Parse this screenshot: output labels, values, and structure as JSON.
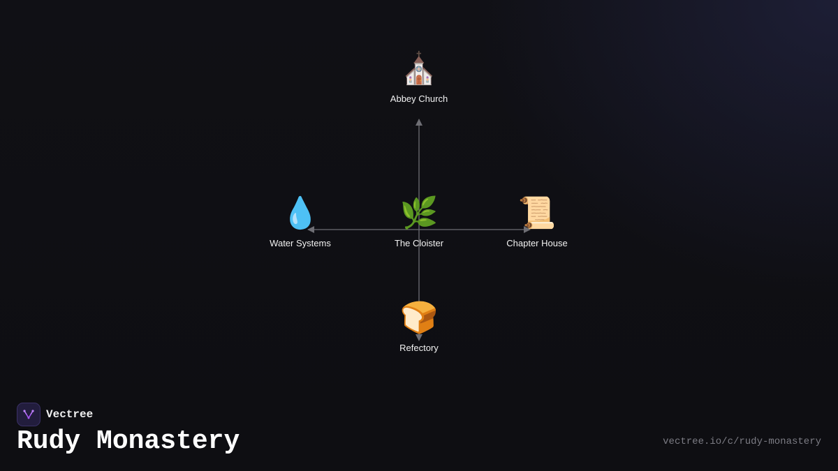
{
  "diagram": {
    "nodes": [
      {
        "id": "abbey-church",
        "label": "Abbey Church",
        "icon": "church-icon",
        "emoji": "⛪"
      },
      {
        "id": "water-systems",
        "label": "Water Systems",
        "icon": "water-drop-icon",
        "emoji": "💧"
      },
      {
        "id": "the-cloister",
        "label": "The Cloister",
        "icon": "herb-icon",
        "emoji": "🌿"
      },
      {
        "id": "chapter-house",
        "label": "Chapter House",
        "icon": "scroll-icon",
        "emoji": "📜"
      },
      {
        "id": "refectory",
        "label": "Refectory",
        "icon": "bread-icon",
        "emoji": "🍞"
      }
    ],
    "edges": [
      {
        "from": "the-cloister",
        "to": "abbey-church"
      },
      {
        "from": "the-cloister",
        "to": "water-systems"
      },
      {
        "from": "the-cloister",
        "to": "chapter-house"
      },
      {
        "from": "the-cloister",
        "to": "refectory"
      }
    ],
    "edge_color": "#6e6e74"
  },
  "brand": {
    "name": "Vectree",
    "logo_icon": "vectree-logo-icon",
    "logo_color": "#a855f7"
  },
  "title": "Rudy Monastery",
  "url": "vectree.io/c/rudy-monastery"
}
